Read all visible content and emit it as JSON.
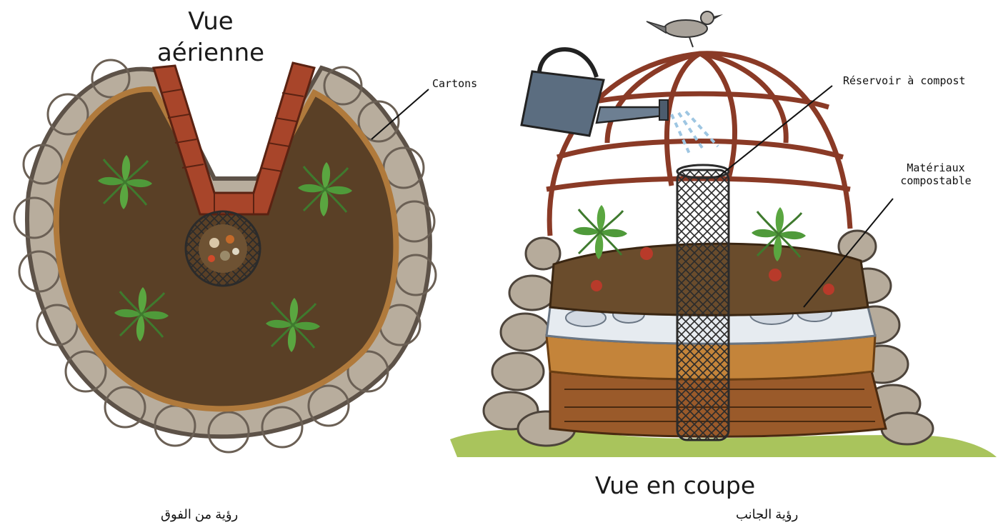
{
  "top_view": {
    "title_line1": "Vue",
    "title_line2": "aérienne",
    "label_cartons": "Cartons",
    "caption": "رؤية من الفوق"
  },
  "side_view": {
    "title": "Vue en coupe",
    "label_reservoir": "Réservoir à compost",
    "label_materials_line1": "Matériaux",
    "label_materials_line2": "compostable",
    "caption": "رؤية الجانب"
  },
  "colors": {
    "soil": "#5a4026",
    "stone": "#b6ab9b",
    "brick": "#a8452a",
    "leaf": "#4f9a3a",
    "frame": "#8a3a26",
    "can": "#5b6d80",
    "mesh": "#333333",
    "grass": "#8fae4a"
  }
}
